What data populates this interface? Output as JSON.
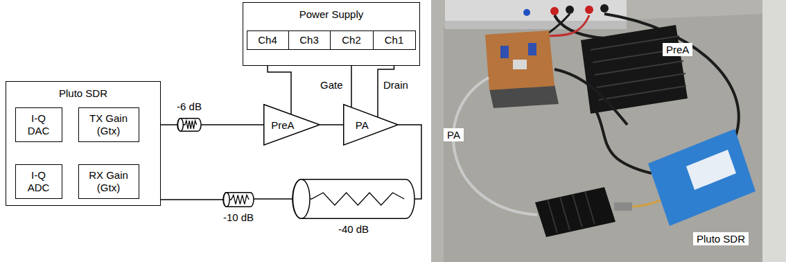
{
  "diagram": {
    "nodes": [
      {
        "text": [
          "Power Supply"
        ]
      },
      {
        "text": [
          "Ch4"
        ],
        "in": 0
      },
      {
        "text": [
          "Ch3"
        ],
        "in": 0
      },
      {
        "text": [
          "Ch2"
        ],
        "in": 0
      },
      {
        "text": [
          "Ch1"
        ],
        "in": 0
      },
      {
        "text": [
          "Pluto SDR"
        ]
      },
      {
        "text": [
          "I-Q DAC"
        ],
        "in": 5
      },
      {
        "text": [
          "TX Gain (Gtx)"
        ],
        "in": 5
      },
      {
        "text": [
          "-6 dB"
        ]
      },
      {
        "text": [
          "PreA"
        ]
      },
      {
        "text": [
          "PA"
        ]
      },
      {
        "text": [
          "I-Q ADC"
        ],
        "in": 5
      },
      {
        "text": [
          "RX Gain (Gtx)"
        ],
        "in": 5
      },
      {
        "text": [
          "-10 dB"
        ]
      },
      {
        "text": [
          "-40 dB"
        ]
      }
    ],
    "edges": [
      {
        "from": 6,
        "to": 7,
        "arrow": "to"
      },
      {
        "from": 7,
        "to": 8,
        "arrow": "none"
      },
      {
        "from": 8,
        "to": 9,
        "arrow": "none"
      },
      {
        "from": 9,
        "to": 10,
        "arrow": "none"
      },
      {
        "from": 10,
        "to": 14,
        "arrow": "none"
      },
      {
        "from": 14,
        "to": 13,
        "arrow": "none"
      },
      {
        "from": 13,
        "to": 12,
        "arrow": "none"
      },
      {
        "from": 12,
        "to": 11,
        "arrow": "to"
      },
      {
        "from": 1,
        "to": 9,
        "arrow": "none"
      },
      {
        "from": 3,
        "to": 10,
        "label": "Gate",
        "arrow": "none"
      },
      {
        "from": 4,
        "to": 10,
        "label": "Drain",
        "arrow": "none"
      }
    ],
    "labels": [
      "PreA",
      "PA",
      "Pluto SDR"
    ]
  }
}
